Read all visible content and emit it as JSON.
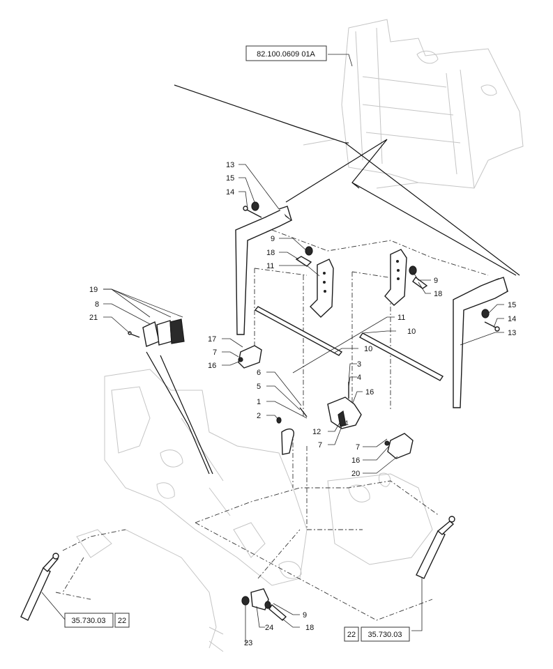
{
  "references": {
    "top_ref": "82.100.0609 01A",
    "left_ref": "35.730.03",
    "left_ref_qty": "22",
    "right_ref": "35.730.03",
    "right_ref_qty": "22"
  },
  "callouts": {
    "c13a": "13",
    "c15a": "15",
    "c14a": "14",
    "c9a": "9",
    "c18a": "18",
    "c11a": "11",
    "c9b": "9",
    "c18b": "18",
    "c15b": "15",
    "c14b": "14",
    "c13b": "13",
    "c19": "19",
    "c8": "8",
    "c21": "21",
    "c17": "17",
    "c7a": "7",
    "c16a": "16",
    "c11b": "11",
    "c10a": "10",
    "c10b": "10",
    "c6": "6",
    "c5": "5",
    "c1a": "1",
    "c2": "2",
    "c3": "3",
    "c4": "4",
    "c16b": "16",
    "c1b": "1",
    "c12": "12",
    "c7b": "7",
    "c7c": "7",
    "c16c": "16",
    "c20": "20",
    "c9c": "9",
    "c24": "24",
    "c18c": "18",
    "c23": "23"
  }
}
